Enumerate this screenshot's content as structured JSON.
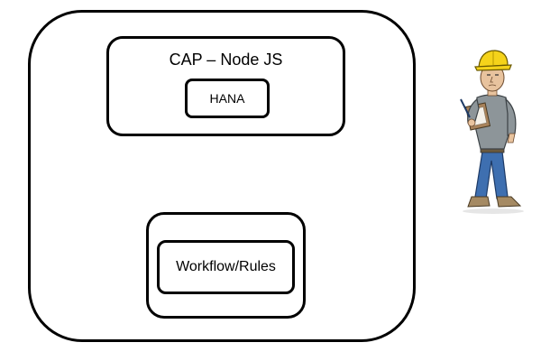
{
  "diagram": {
    "container_label": "CAP – Node JS",
    "database_label": "HANA",
    "process_label": "Workflow/Rules"
  },
  "figure": {
    "icon": "construction-worker-with-clipboard-icon"
  }
}
